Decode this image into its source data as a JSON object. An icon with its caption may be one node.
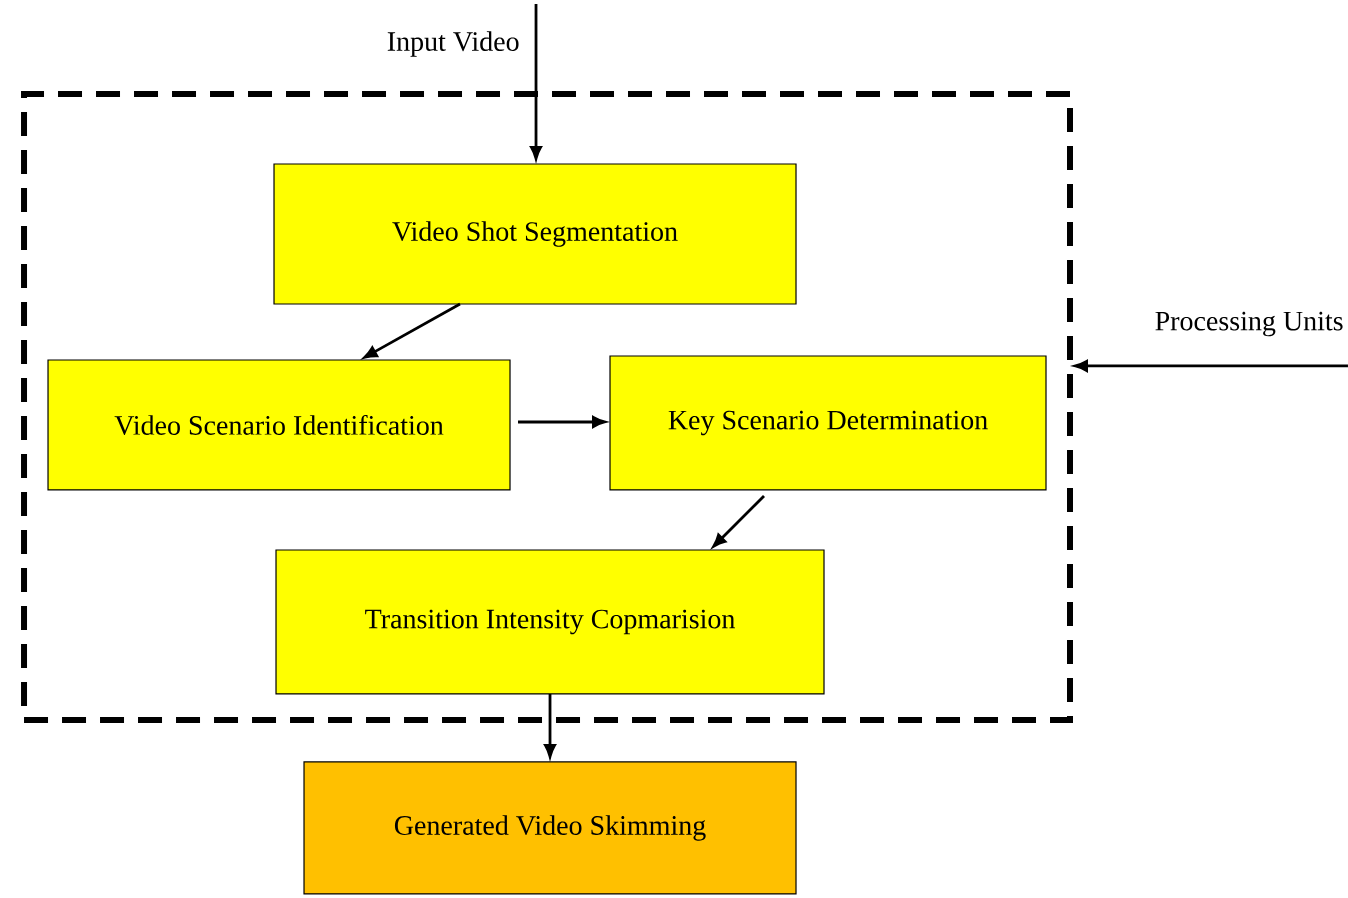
{
  "diagram": {
    "nodes": [
      {
        "text": [],
        "shape": "box"
      },
      {
        "text": [
          "Video Shot Segmentation"
        ],
        "in": 0
      },
      {
        "text": [
          "Video Scenario Identification"
        ],
        "in": 0
      },
      {
        "text": [
          "Key Scenario Determination"
        ],
        "in": 0
      },
      {
        "text": [
          "Transition Intensity Copmarision"
        ],
        "in": 0
      },
      {
        "text": [
          "Generated Video Skimming"
        ]
      }
    ],
    "edges": [
      {
        "from": null,
        "to": 1,
        "arrow": "to"
      },
      {
        "from": 1,
        "to": 2,
        "arrow": "to"
      },
      {
        "from": 2,
        "to": 3,
        "arrow": "to"
      },
      {
        "from": 3,
        "to": 4,
        "arrow": "to"
      },
      {
        "from": 4,
        "to": 5,
        "arrow": "to"
      },
      {
        "from": null,
        "to": 0,
        "arrow": "to"
      }
    ],
    "labels": [
      "Input Video",
      "Processing Units"
    ]
  }
}
